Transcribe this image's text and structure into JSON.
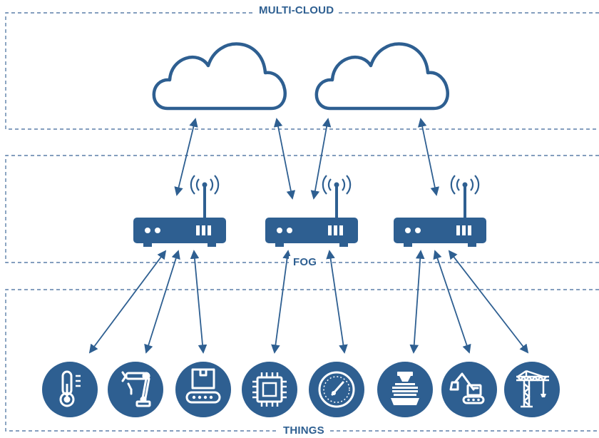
{
  "layers": {
    "cloud": {
      "label": "MULTI-CLOUD"
    },
    "fog": {
      "label": "FOG"
    },
    "things": {
      "label": "THINGS"
    }
  },
  "colors": {
    "primary": "#2e5f91",
    "border": "#5b7fa8",
    "background": "#ffffff"
  },
  "clouds": [
    {
      "name": "cloud-left"
    },
    {
      "name": "cloud-right"
    }
  ],
  "fog_nodes": [
    {
      "name": "router-left",
      "icon": "wireless-router-icon"
    },
    {
      "name": "router-center",
      "icon": "wireless-router-icon"
    },
    {
      "name": "router-right",
      "icon": "wireless-router-icon"
    }
  ],
  "things": [
    {
      "name": "thermometer",
      "icon": "thermometer-icon"
    },
    {
      "name": "robotic-arm",
      "icon": "robotic-arm-icon"
    },
    {
      "name": "conveyor-package",
      "icon": "conveyor-icon"
    },
    {
      "name": "microchip",
      "icon": "microchip-icon"
    },
    {
      "name": "gauge",
      "icon": "gauge-icon"
    },
    {
      "name": "industrial-machine",
      "icon": "industrial-machine-icon"
    },
    {
      "name": "excavator",
      "icon": "excavator-icon"
    },
    {
      "name": "tower-crane",
      "icon": "crane-icon"
    }
  ],
  "connections": [
    "cloud-left <-> router-left",
    "cloud-left <-> router-center",
    "cloud-right <-> router-center",
    "cloud-right <-> router-right",
    "router-left <-> thermometer",
    "router-left <-> robotic-arm",
    "router-left <-> conveyor-package",
    "router-center <-> microchip",
    "router-center <-> gauge",
    "router-right <-> industrial-machine",
    "router-right <-> excavator",
    "router-right <-> tower-crane"
  ]
}
